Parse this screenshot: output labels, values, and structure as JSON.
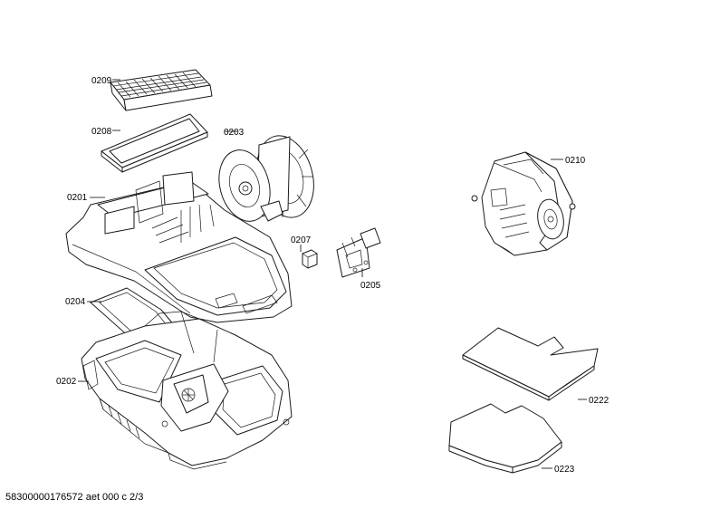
{
  "labels": {
    "p0209": "0209",
    "p0208": "0208",
    "p0203": "0203",
    "p0201": "0201",
    "p0207": "0207",
    "p0205": "0205",
    "p0204": "0204",
    "p0202": "0202",
    "p0210": "0210",
    "p0222": "0222",
    "p0223": "0223"
  },
  "footer": "58300000176572 aet 000 c 2/3"
}
